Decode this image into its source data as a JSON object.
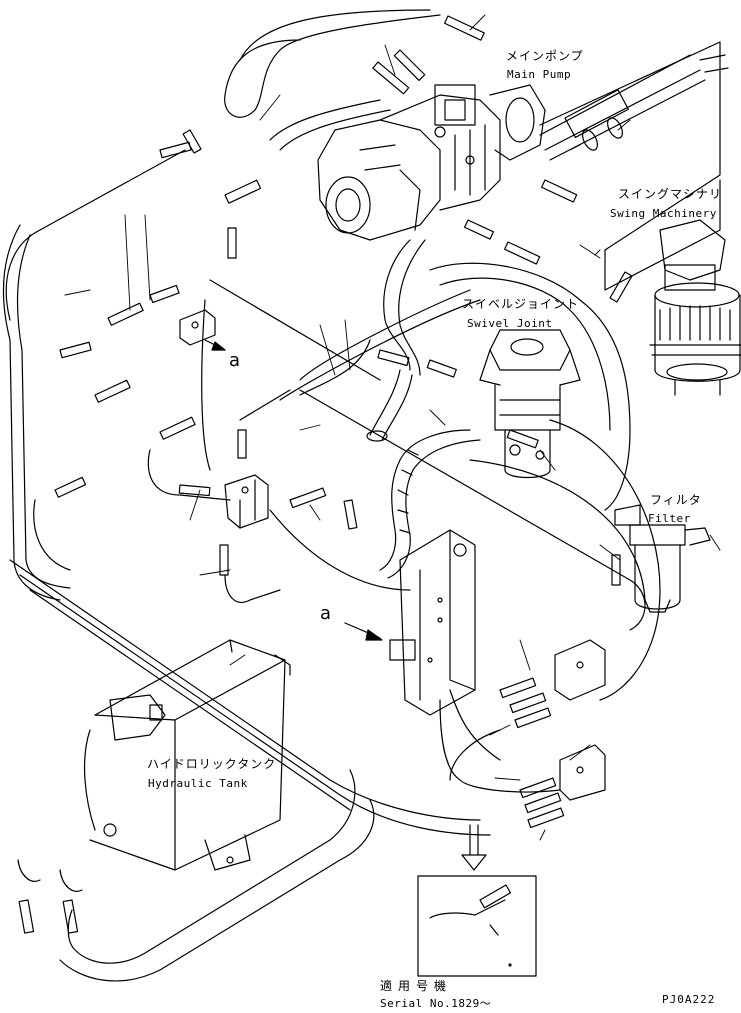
{
  "labels": {
    "main_pump_jp": "メインポンプ",
    "main_pump_en": "Main Pump",
    "swing_machinery_jp": "スイングマシナリ",
    "swing_machinery_en": "Swing Machinery",
    "swivel_joint_jp": "スイベルジョイント",
    "swivel_joint_en": "Swivel Joint",
    "filter_jp": "フィルタ",
    "filter_en": "Filter",
    "hydraulic_tank_jp": "ハイドロリックタンク",
    "hydraulic_tank_en": "Hydraulic Tank",
    "view_marker_1": "a",
    "view_marker_2": "a",
    "serial_jp": "適用号機",
    "serial_en": "Serial No.1829～",
    "drawing_code": "PJ0A222"
  },
  "colors": {
    "line": "#000000",
    "background": "#ffffff"
  }
}
